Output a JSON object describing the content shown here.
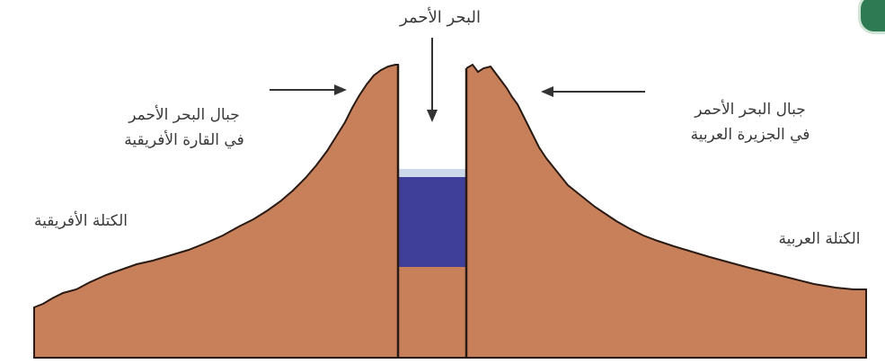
{
  "diagram": {
    "labels": {
      "red_sea": "البحر الأحمر",
      "west_mountains_line1": "جبال البحر الأحمر",
      "west_mountains_line2": "في القارة الأفريقية",
      "east_mountains_line1": "جبال البحر الأحمر",
      "east_mountains_line2": "في الجزيرة العربية",
      "african_plate": "الكتلة الأفريقية",
      "arabian_plate": "الكتلة العربية"
    },
    "colors": {
      "land": "#c8805a",
      "water": "#3f3f9a",
      "water_light": "#cdd9ea",
      "rift_fill": "#ffffff",
      "outline": "#2a1a14",
      "text": "#3a3a3a",
      "badge": "#2e7a52"
    },
    "icons": {
      "arrow_down": "arrow-down-icon",
      "arrow_right": "arrow-right-icon",
      "arrow_left": "arrow-left-icon"
    }
  }
}
